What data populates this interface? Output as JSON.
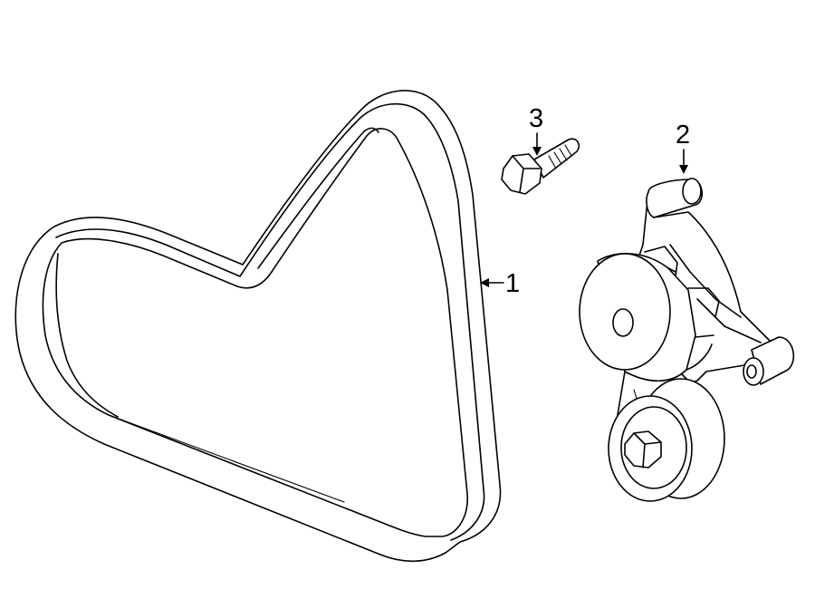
{
  "callouts": [
    {
      "id": "belt",
      "number": "1"
    },
    {
      "id": "tensioner",
      "number": "2"
    },
    {
      "id": "bolt",
      "number": "3"
    }
  ]
}
